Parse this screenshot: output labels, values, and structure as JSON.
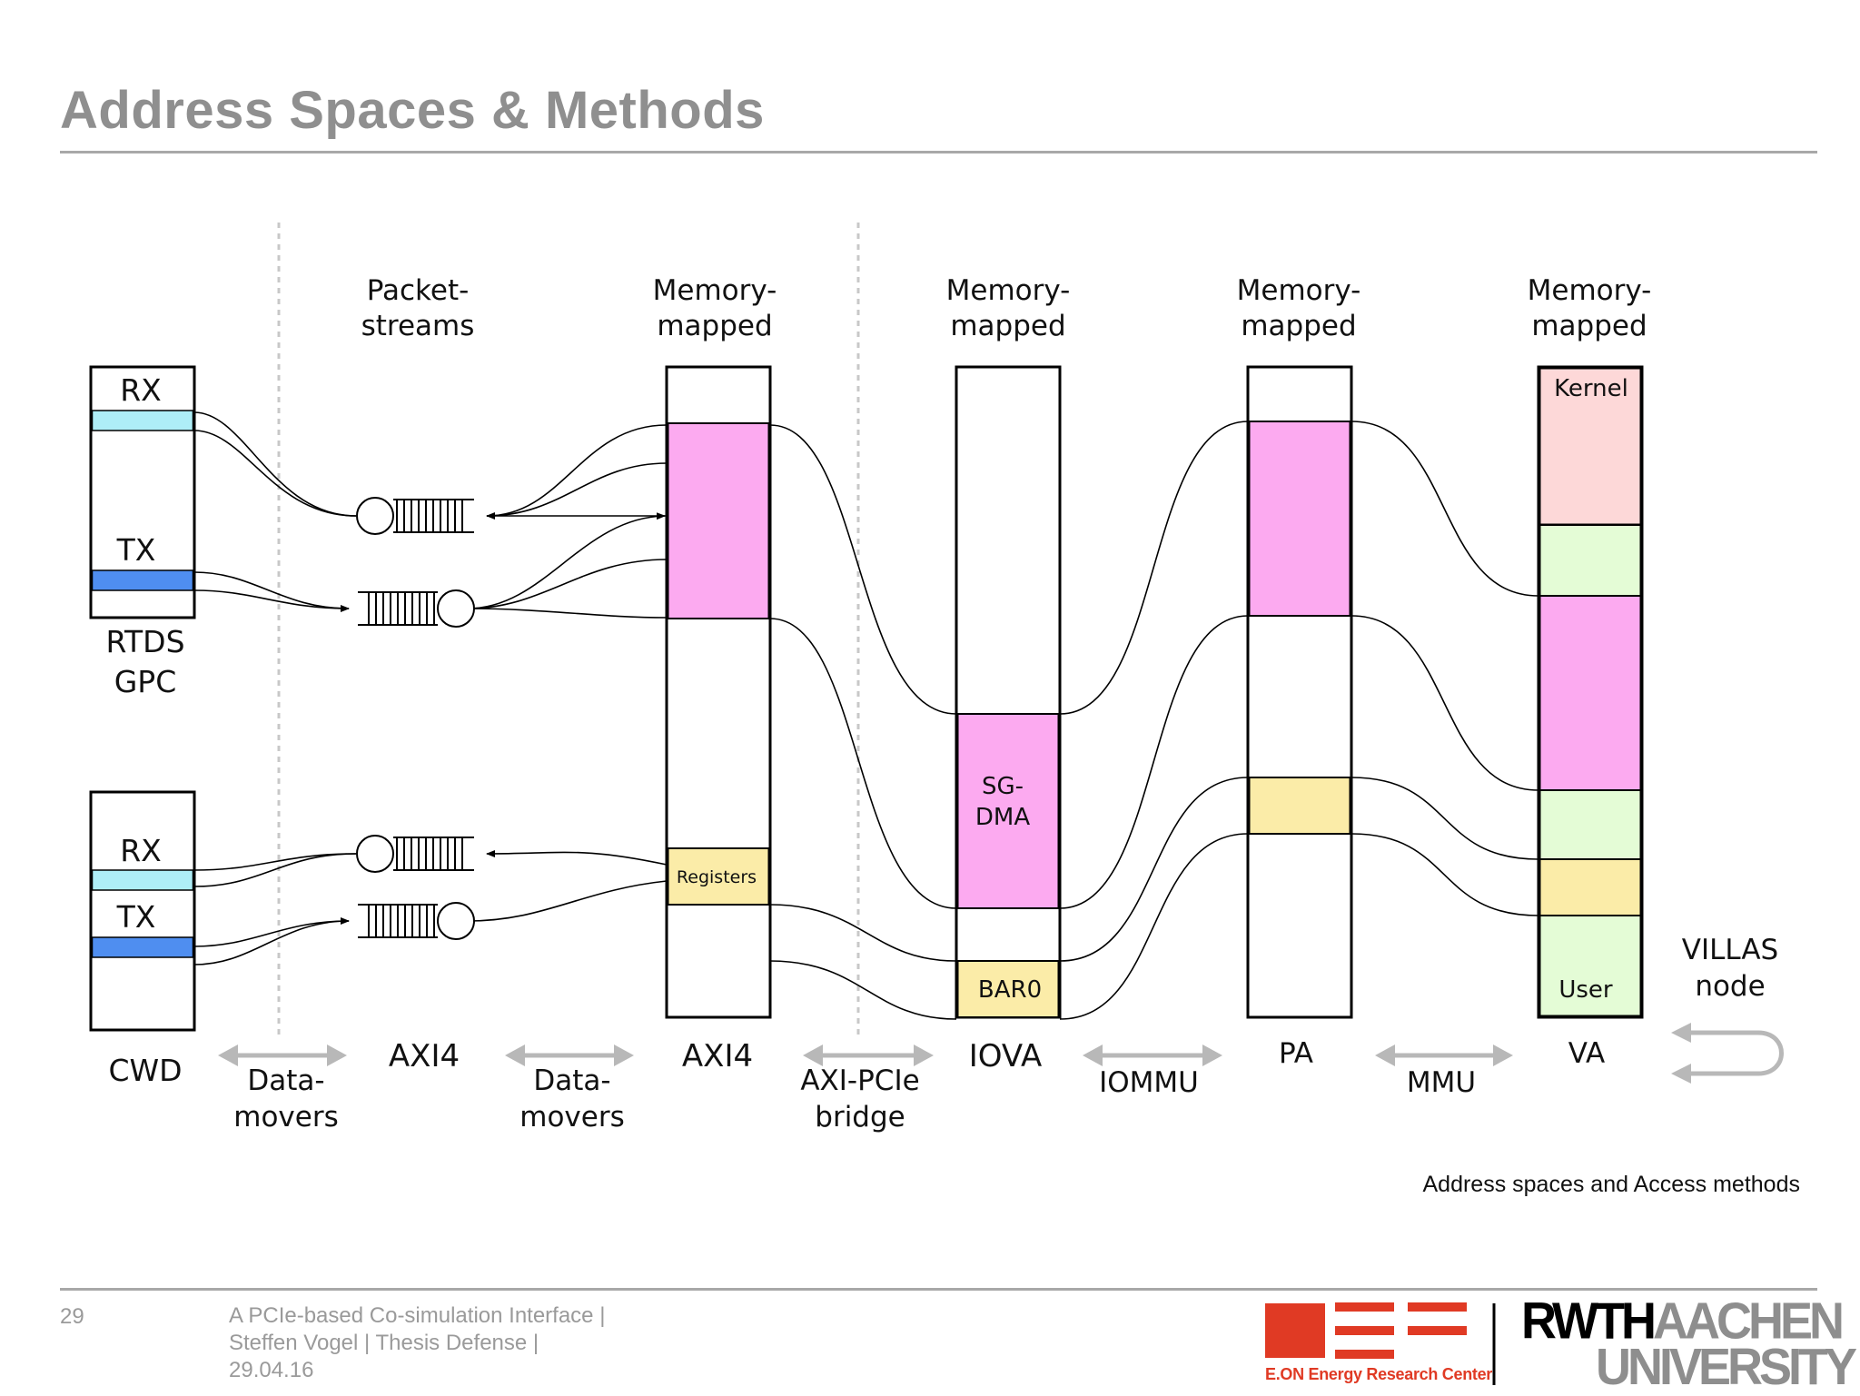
{
  "slide": {
    "title": "Address Spaces & Methods",
    "caption": "Address spaces and Access methods",
    "footer": {
      "page_number": "29",
      "line1": "A PCIe-based Co-simulation Interface  |",
      "line2": "Steffen Vogel  |  Thesis Defense |",
      "line3": "29.04.16"
    },
    "logos": {
      "eon": "E.ON Energy Research Center",
      "rwth_line1_a": "RWTH",
      "rwth_line1_b": "AACHEN",
      "rwth_line2": "UNIVERSITY"
    }
  },
  "diagram": {
    "colors": {
      "rx": "#aeeef7",
      "tx": "#4f8ef0",
      "magenta": "#fcaaf0",
      "yellow": "#fbeca8",
      "green": "#e4fcd6",
      "kernel": "#fdd8d8",
      "arrow_gray": "#b8b8b8"
    },
    "column_headers": {
      "streams": [
        "Packet-",
        "streams"
      ],
      "axi_mm": [
        "Memory-",
        "mapped"
      ],
      "iova_mm": [
        "Memory-",
        "mapped"
      ],
      "pa_mm": [
        "Memory-",
        "mapped"
      ],
      "va_mm": [
        "Memory-",
        "mapped"
      ]
    },
    "rtds": {
      "rx": "RX",
      "tx": "TX",
      "label": [
        "RTDS",
        "GPC"
      ]
    },
    "cwd": {
      "rx": "RX",
      "tx": "TX",
      "label": "CWD"
    },
    "axi_block": {
      "registers": "Registers"
    },
    "iova_block": {
      "sgdma": [
        "SG-",
        "DMA"
      ],
      "bar0": "BAR0"
    },
    "va_block": {
      "kernel": "Kernel",
      "user": "User"
    },
    "bottom": {
      "datamovers1": [
        "Data-",
        "movers"
      ],
      "axi4_stream": "AXI4",
      "datamovers2": [
        "Data-",
        "movers"
      ],
      "axi4_mm": "AXI4",
      "bridge": [
        "AXI-PCIe",
        "bridge"
      ],
      "iova": "IOVA",
      "iommu": "IOMMU",
      "pa": "PA",
      "mmu": "MMU",
      "va": "VA",
      "villas": [
        "VILLAS",
        "node"
      ]
    }
  }
}
